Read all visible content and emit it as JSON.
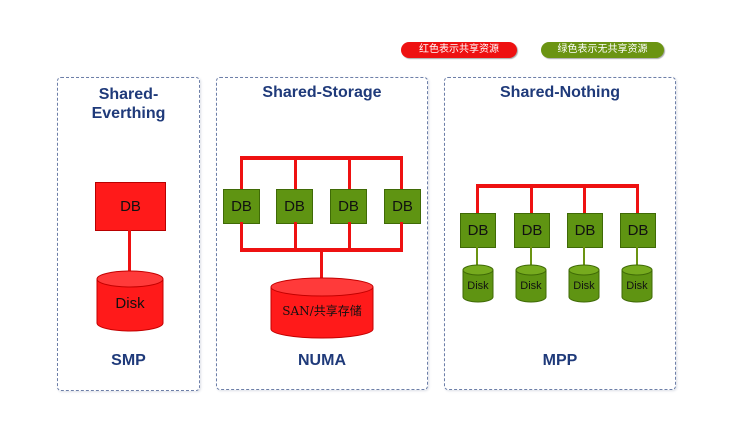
{
  "legend": {
    "shared_label": "红色表示共享资源",
    "not_shared_label": "绿色表示无共享资源"
  },
  "panels": {
    "shared_everything": {
      "title_line1": "Shared-",
      "title_line2": "Everthing",
      "db_label": "DB",
      "disk_label": "Disk",
      "caption": "SMP"
    },
    "shared_storage": {
      "title": "Shared-Storage",
      "db_labels": [
        "DB",
        "DB",
        "DB",
        "DB"
      ],
      "storage_label": "SAN/共享存储",
      "caption": "NUMA"
    },
    "shared_nothing": {
      "title": "Shared-Nothing",
      "db_labels": [
        "DB",
        "DB",
        "DB",
        "DB"
      ],
      "disk_labels": [
        "Disk",
        "Disk",
        "Disk",
        "Disk"
      ],
      "caption": "MPP"
    }
  },
  "colors": {
    "shared_red": "#ee1111",
    "not_shared_green": "#6b9412",
    "title_blue": "#1f3a7a"
  }
}
